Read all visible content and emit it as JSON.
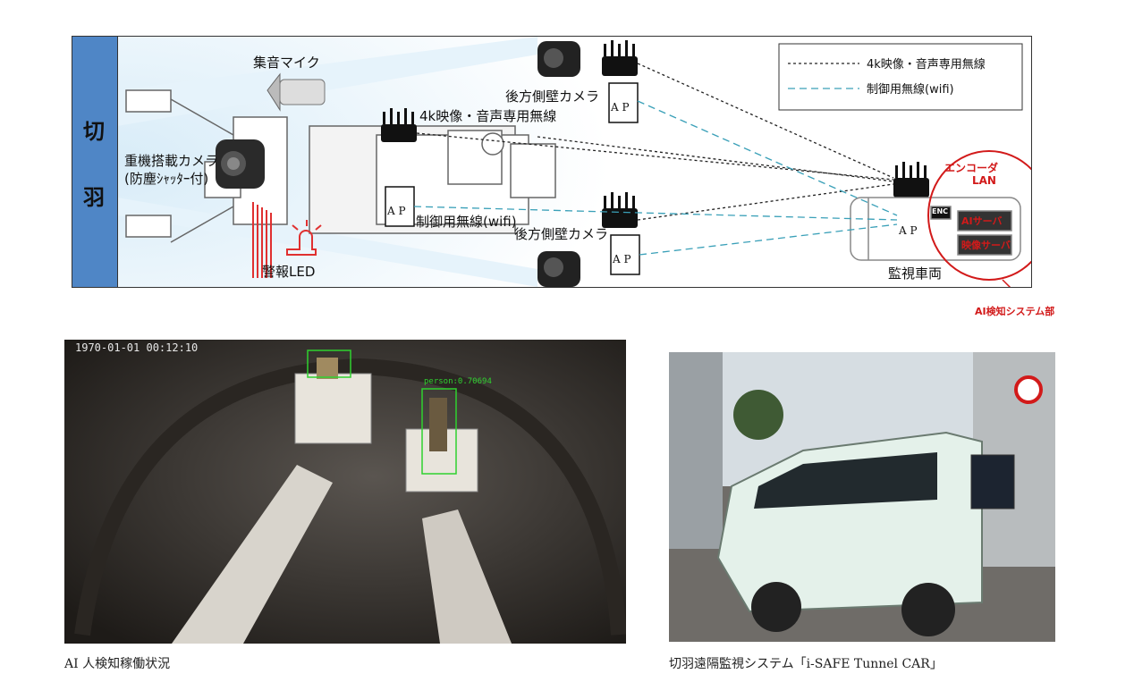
{
  "diagram": {
    "face_label_top": "切",
    "face_label_bottom": "羽",
    "microphone": "集音マイク",
    "heavy_camera_line1": "重機搭載カメラ",
    "heavy_camera_line2": "(防塵ｼｬｯﾀｰ付)",
    "alarm_led": "警報LED",
    "rear_camera_top": "後方側壁カメラ",
    "rear_camera_bottom": "後方側壁カメラ",
    "wireless_4k": "4k映像・音声専用無線",
    "wireless_wifi": "制御用無線(wifi)",
    "ap": "A P",
    "monitor_vehicle": "監視車両",
    "encoder": "エンコーダ",
    "lan": "LAN",
    "enc": "ENC",
    "ai_server": "AIサーバ",
    "video_server": "映像サーバ",
    "ai_system": "AI検知システム部",
    "legend": {
      "line_4k": "4k映像・音声専用無線",
      "line_wifi": "制御用無線(wifi)"
    },
    "colors": {
      "accent_red": "#d21a1a",
      "face_blue": "#4f86c6",
      "wifi_line": "#3aa0b8"
    }
  },
  "left_photo": {
    "timestamp": "1970-01-01 00:12:10",
    "detection_label": "person:0.70694",
    "caption": "AI 人検知稼働状況"
  },
  "right_photo": {
    "caption": "切羽遠隔監視システム「i-SAFE Tunnel CAR」"
  }
}
